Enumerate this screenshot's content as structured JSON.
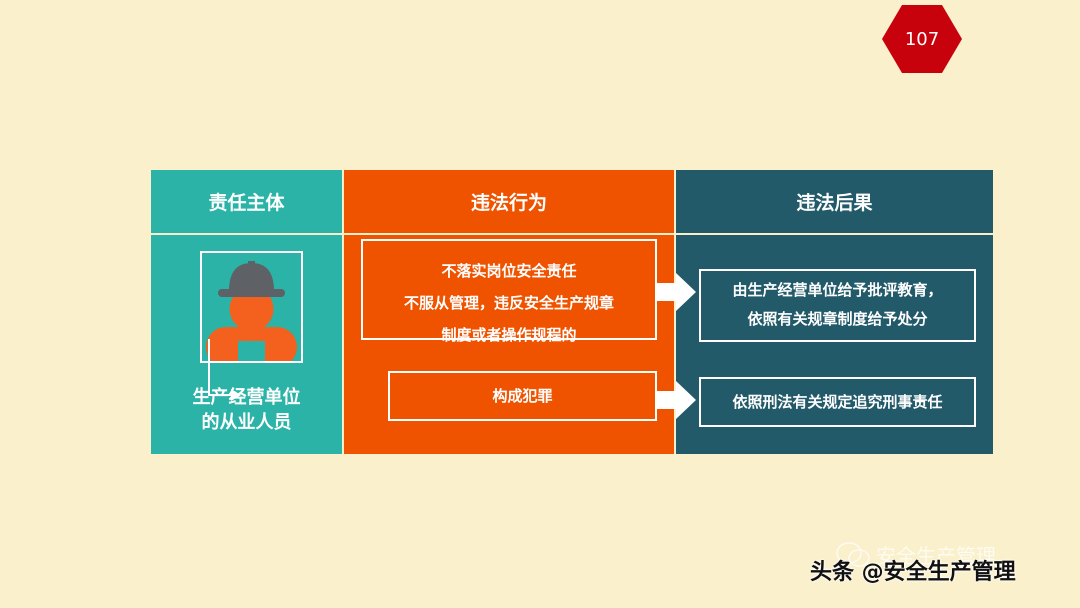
{
  "page_number": "107",
  "columns": {
    "subject": {
      "header": "责任主体",
      "label_line1": "生产经营单位",
      "label_line2": "的从业人员"
    },
    "behavior": {
      "header": "违法行为",
      "box1_line1": "不落实岗位安全责任",
      "box1_line2": "不服从管理，违反安全生产规章",
      "box1_line3": "制度或者操作规程的",
      "box2": "构成犯罪"
    },
    "consequence": {
      "header": "违法后果",
      "box1_line1": "由生产经营单位给予批评教育，",
      "box1_line2": "依照有关规章制度给予处分",
      "box2": "依照刑法有关规定追究刑事责任"
    }
  },
  "watermark": {
    "ghost_text": "安全生产管理",
    "text": "头条 @安全生产管理"
  },
  "colors": {
    "background": "#FAF0CB",
    "teal": "#2AB3A6",
    "orange": "#EF5300",
    "navy": "#225A6A",
    "badge": "#C8020C"
  }
}
